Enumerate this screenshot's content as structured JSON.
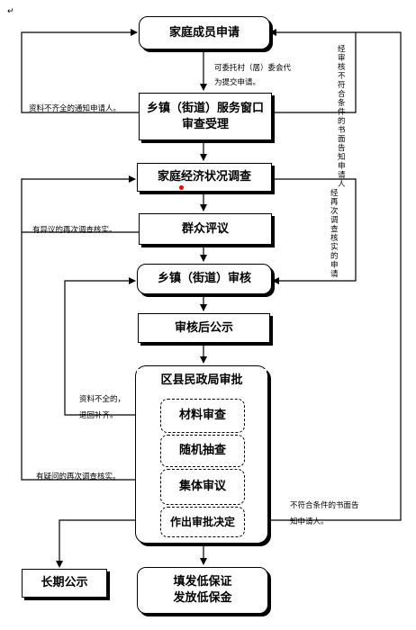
{
  "nodes": {
    "apply": "家庭成员申请",
    "window_line1": "乡镇（街道）服务窗口",
    "window_line2": "审查受理",
    "survey": "家庭经济状况调查",
    "appraisal": "群众评议",
    "township_review": "乡镇（街道）审核",
    "publicity": "审核后公示",
    "county_approval": "区县民政局审批",
    "material_check": "材料审查",
    "random_check": "随机抽查",
    "collective_review": "集体审议",
    "decision": "作出审批决定",
    "long_term": "长期公示",
    "issue_line1": "填发低保证",
    "issue_line2": "发放低保金"
  },
  "labels": {
    "entrust": "可委托村（居）委会代",
    "entrust2": "为提交申请。",
    "incomplete": "资料不齐全的通知申请人。",
    "objection": "有异议的再次调查核实。",
    "missing_material": "资料不全的，",
    "return_supplement": "退回补齐。",
    "doubt": "有疑问的再次调查核实。",
    "not_qualified_line1": "不符合条件的书面告",
    "not_qualified_line2": "知申请人。",
    "vertical_notice": "经审核不符合条件的书面告知申请人",
    "vertical_resurvey": "经再次调查核实的申请"
  },
  "marks": {
    "return_arrow": "↵",
    "corner_mark": "↵"
  },
  "colors": {
    "dot": "#e00000",
    "line": "#000000"
  }
}
